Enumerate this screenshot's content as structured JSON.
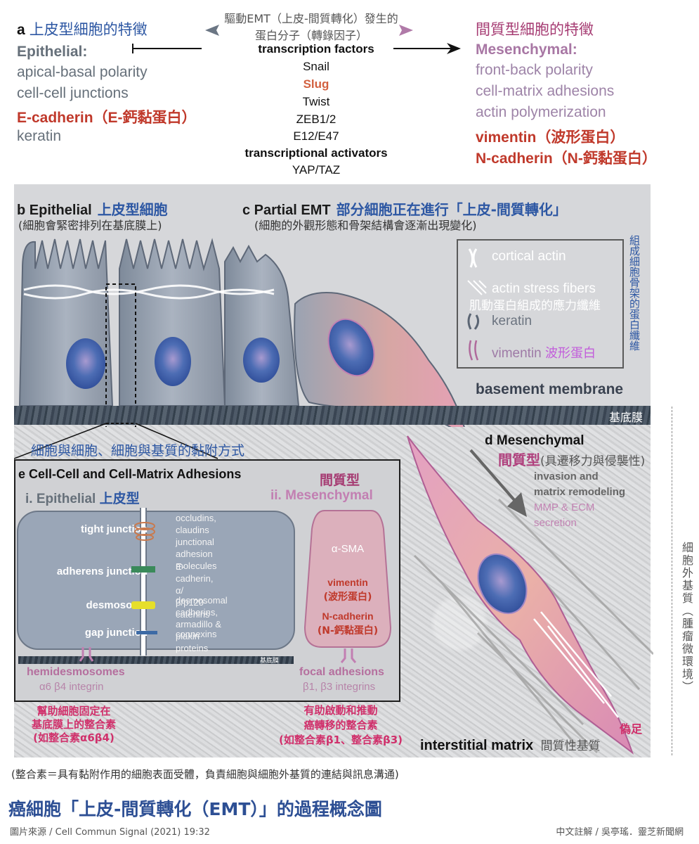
{
  "panel_a": {
    "letter": "a",
    "title_zh": "上皮型細胞的特徵",
    "epithelial_label": "Epithelial:",
    "epithelial_traits": [
      "apical-basal polarity",
      "cell-cell junctions",
      "E-cadherin（E-鈣黏蛋白）",
      "keratin"
    ],
    "arrow_caption_line1": "驅動EMT（上皮-間質轉化）發生的",
    "arrow_caption_line2": "蛋白分子（轉錄因子）",
    "tf_heading": "transcription factors",
    "tf_items": [
      "Snail",
      "Slug",
      "Twist",
      "ZEB1/2",
      "E12/E47"
    ],
    "activator_heading": "transcriptional activators",
    "activator_items": [
      "YAP/TAZ"
    ],
    "mes_title_zh": "間質型細胞的特徵",
    "mesenchymal_label": "Mesenchymal:",
    "mesenchymal_traits": [
      "front-back polarity",
      "cell-matrix adhesions",
      "actin polymerization",
      "vimentin（波形蛋白）",
      "N-cadherin（N-鈣黏蛋白）"
    ]
  },
  "panel_b": {
    "title": "b Epithelial",
    "title_zh": "上皮型細胞",
    "subtitle": "(細胞會緊密排列在基底膜上)"
  },
  "panel_c": {
    "title": "c Partial EMT",
    "title_zh": "部分細胞正在進行「上皮-間質轉化」",
    "subtitle": "(細胞的外觀形態和骨架結構會逐漸出現變化)"
  },
  "legend": {
    "items": [
      {
        "icon": "cortical-actin-icon",
        "label": "cortical actin",
        "label_zh": ""
      },
      {
        "icon": "actin-stress-fibers-icon",
        "label": "actin stress fibers",
        "label_zh": "肌動蛋白組成的應力纖維"
      },
      {
        "icon": "keratin-icon",
        "label": "keratin",
        "label_zh": ""
      },
      {
        "icon": "vimentin-icon",
        "label": "vimentin",
        "label_zh": "波形蛋白"
      }
    ],
    "side_label": "組成細胞骨架的蛋白纖維"
  },
  "basement_membrane": {
    "label": "basement membrane",
    "label_zh": "基底膜"
  },
  "panel_d": {
    "title": "d Mesenchymal",
    "title_zh": "間質型",
    "subtitle": "(具遷移力與侵襲性)",
    "invasion_line1": "invasion and",
    "invasion_line2": "matrix remodeling",
    "mmp_line1": "MMP & ECM",
    "mmp_line2": "secretion",
    "pseudopod": "偽足"
  },
  "adhesion_heading_zh": "細胞與細胞、細胞與基質的黏附方式",
  "panel_e": {
    "title": "e Cell-Cell and Cell-Matrix Adhesions",
    "epi_label": "i. Epithelial",
    "epi_label_zh": "上皮型",
    "mes_label": "ii. Mesenchymal",
    "mes_label_zh": "間質型",
    "junctions": [
      {
        "name": "tight junction",
        "desc": [
          "occludins, claudins",
          "junctional adhesion",
          "molecules"
        ],
        "color": "#c9794d"
      },
      {
        "name": "adherens junction",
        "desc": [
          "E-cadherin,",
          "α/β/p120-catenins"
        ],
        "color": "#3a8a5a"
      },
      {
        "name": "desmosome",
        "desc": [
          "desmosomal cadherins,",
          "armadillo & plakin proteins"
        ],
        "color": "#e6df2a"
      },
      {
        "name": "gap junction",
        "desc": [
          "connexins"
        ],
        "color": "#3c6aa5"
      }
    ],
    "bm_label": "基底膜",
    "hemidesmosomes": "hemidesmosomes",
    "hemi_integrin": "α6 β4 integrin",
    "mes_markers": [
      "α-SMA",
      "vimentin",
      "(波形蛋白)",
      "N-cadherin",
      "(N-鈣黏蛋白)"
    ],
    "focal_adhesions": "focal adhesions",
    "focal_integrin": "β1, β3 integrins"
  },
  "notes": {
    "hemi_note": [
      "幫助細胞固定在",
      "基底膜上的整合素",
      "(如整合素α6β4)"
    ],
    "focal_note": [
      "有助啟動和推動",
      "癌轉移的整合素",
      "(如整合素β1、整合素β3)"
    ]
  },
  "interstitial": {
    "label": "interstitial matrix",
    "label_zh": "間質性基質"
  },
  "ecm_side_label": "細胞外基質（腫瘤微環境）",
  "footnote": "(整合素＝具有黏附作用的細胞表面受體，負責細胞與細胞外基質的連結與訊息溝通)",
  "caption_title": "癌細胞「上皮-間質轉化（EMT）」的過程概念圖",
  "source": "圖片來源 / Cell Commun Signal (2021) 19:32",
  "credit": "中文註解 / 吳亭瑤．靈芝新聞網",
  "colors": {
    "blue_title": "#2d57a3",
    "epi_grey": "#66707a",
    "mes_purple": "#9e84a8",
    "red": "#c0392b",
    "magenta": "#d0306b"
  }
}
